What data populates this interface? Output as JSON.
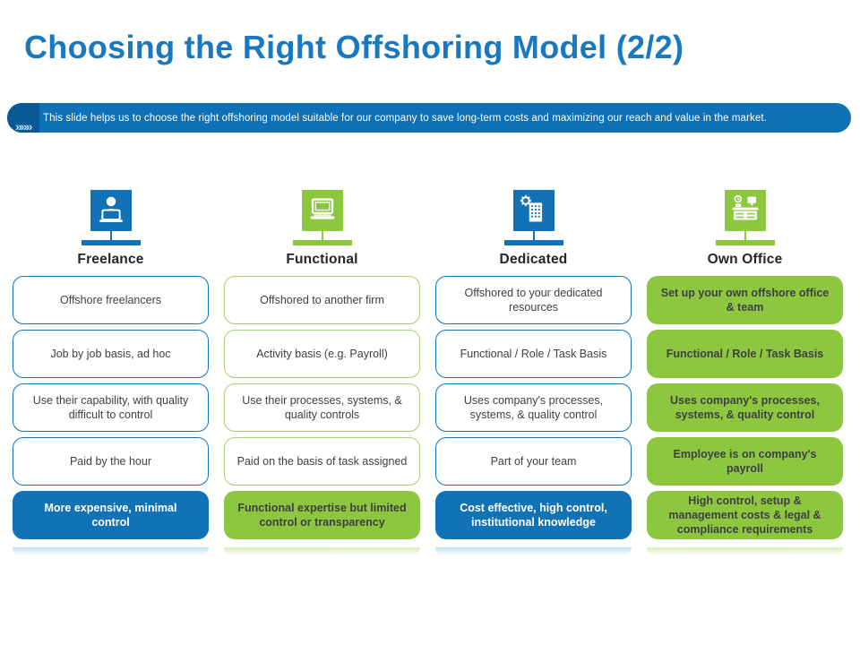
{
  "title": "Choosing the Right Offshoring Model (2/2)",
  "banner": {
    "chevrons": "»»»",
    "text": "This slide helps us to choose the right offshoring model suitable for our company to save long-term costs and maximizing  our reach and value in the market."
  },
  "colors": {
    "accent_blue": "#1272B6",
    "accent_green": "#8DC63F",
    "title_blue": "#1879BF",
    "banner_blue": "#0F70B5",
    "banner_dark_blue": "#0A5896",
    "text_dark": "#404040",
    "outline_green_border": "#A6CE7B"
  },
  "columns": [
    {
      "label": "Freelance",
      "theme": "blue",
      "icon": "freelancer-at-laptop-icon",
      "rows": [
        "Offshore freelancers",
        "Job by job basis, ad hoc",
        "Use their capability, with quality difficult to control",
        "Paid by the hour",
        "More expensive, minimal control"
      ]
    },
    {
      "label": "Functional",
      "theme": "green",
      "icon": "laptop-icon",
      "rows": [
        "Offshored to another firm",
        "Activity basis (e.g. Payroll)",
        "Use their processes, systems, & quality controls",
        "Paid on the basis of task assigned",
        "Functional expertise but limited control or transparency"
      ]
    },
    {
      "label": "Dedicated",
      "theme": "blue",
      "icon": "building-gear-icon",
      "rows": [
        "Offshored to your dedicated resources",
        "Functional / Role / Task Basis",
        "Uses company's processes, systems, & quality control",
        "Part of your team",
        "Cost effective, high control, institutional knowledge"
      ]
    },
    {
      "label": "Own Office",
      "theme": "green",
      "icon": "office-desk-icon",
      "rows": [
        "Set up your own offshore office & team",
        "Functional / Role / Task Basis",
        "Uses company's processes, systems, & quality control",
        "Employee is on company's payroll",
        "High control, setup & management costs & legal & compliance requirements"
      ]
    }
  ]
}
